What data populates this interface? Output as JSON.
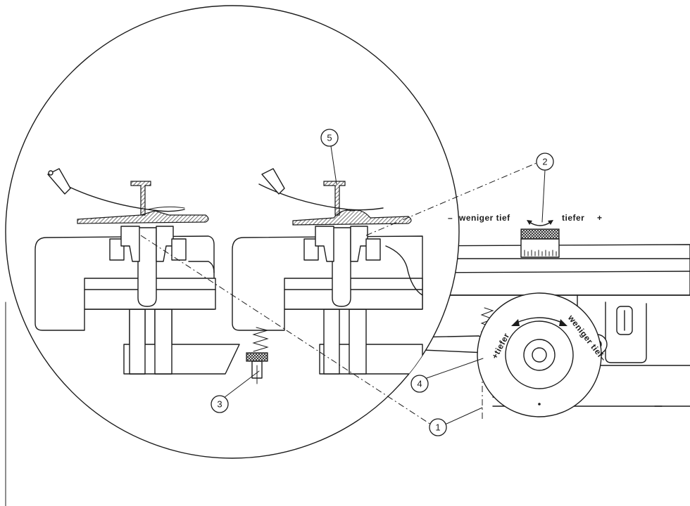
{
  "callouts": {
    "c1": "1",
    "c2": "2",
    "c3": "3",
    "c4": "4",
    "c5": "5"
  },
  "adjust_labels": {
    "less_deep": "weniger tief",
    "deeper": "tiefer",
    "minus": "–",
    "plus": "+"
  },
  "dial_labels": {
    "deeper": "+tiefer",
    "less_deep": "weniger tief–"
  }
}
